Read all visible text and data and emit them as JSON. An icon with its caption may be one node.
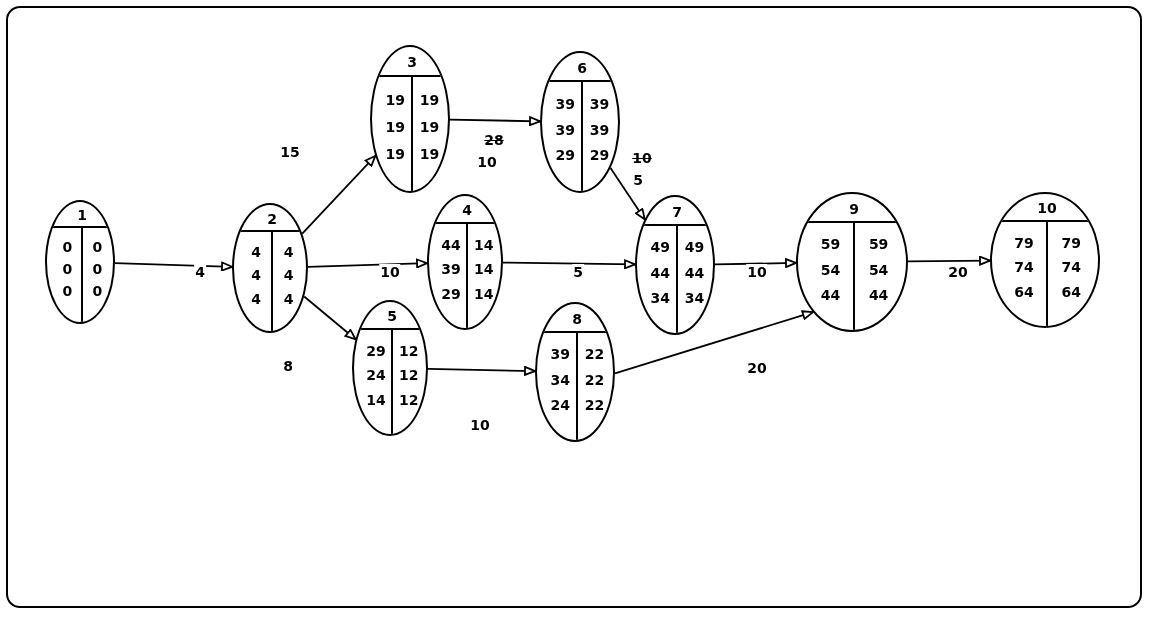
{
  "diagram": {
    "nodes": [
      {
        "text": [
          "1",
          "0",
          "0",
          "0",
          "0",
          "0",
          "0"
        ]
      },
      {
        "text": [
          "2",
          "4",
          "4",
          "4",
          "4",
          "4",
          "4"
        ]
      },
      {
        "text": [
          "3",
          "19",
          "19",
          "19",
          "19",
          "19",
          "19"
        ]
      },
      {
        "text": [
          "6",
          "39",
          "39",
          "39",
          "39",
          "29",
          "29"
        ]
      },
      {
        "text": [
          "4",
          "44",
          "14",
          "39",
          "14",
          "29",
          "14"
        ]
      },
      {
        "text": [
          "7",
          "49",
          "49",
          "44",
          "44",
          "34",
          "34"
        ]
      },
      {
        "text": [
          "5",
          "29",
          "12",
          "24",
          "12",
          "14",
          "12"
        ]
      },
      {
        "text": [
          "8",
          "39",
          "22",
          "34",
          "22",
          "24",
          "22"
        ]
      },
      {
        "text": [
          "9",
          "59",
          "59",
          "54",
          "54",
          "44",
          "44"
        ]
      },
      {
        "text": [
          "10",
          "79",
          "79",
          "74",
          "74",
          "64",
          "64"
        ]
      }
    ],
    "edges": [
      {
        "from": 0,
        "to": 1,
        "arrow": "to",
        "label": "4"
      },
      {
        "from": 1,
        "to": 2,
        "arrow": "to",
        "label": "15"
      },
      {
        "from": 1,
        "to": 4,
        "arrow": "to",
        "label": "10"
      },
      {
        "from": 1,
        "to": 6,
        "arrow": "to",
        "label": "8"
      },
      {
        "from": 2,
        "to": 3,
        "arrow": "to",
        "label": "10"
      },
      {
        "from": 3,
        "to": 5,
        "arrow": "to",
        "label": "5"
      },
      {
        "from": 4,
        "to": 5,
        "arrow": "to",
        "label": "5"
      },
      {
        "from": 6,
        "to": 7,
        "arrow": "to",
        "label": "10"
      },
      {
        "from": 5,
        "to": 8,
        "arrow": "to",
        "label": "10"
      },
      {
        "from": 7,
        "to": 8,
        "arrow": "to",
        "label": "20"
      },
      {
        "from": 8,
        "to": 9,
        "arrow": "to",
        "label": "20"
      }
    ],
    "labels": [
      "28",
      "10"
    ]
  }
}
